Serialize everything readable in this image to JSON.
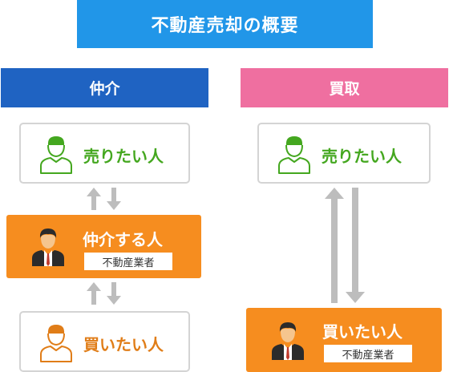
{
  "title": "不動産売却の概要",
  "columns": {
    "left": {
      "header": "仲介"
    },
    "right": {
      "header": "買取"
    }
  },
  "left": {
    "seller": {
      "label": "売りたい人"
    },
    "broker": {
      "label": "仲介する人",
      "badge": "不動産業者"
    },
    "buyer": {
      "label": "買いたい人"
    }
  },
  "right": {
    "seller": {
      "label": "売りたい人"
    },
    "buyer": {
      "label": "買いたい人",
      "badge": "不動産業者"
    }
  },
  "colors": {
    "title_bg": "#2196e8",
    "broker_header": "#1f63c2",
    "buyback_header": "#ef6fa0",
    "business_card": "#f68d1f",
    "seller": "#44a71f",
    "buyer": "#e07d18",
    "arrow": "#bdbdbd"
  },
  "icons": {
    "seller": "person-outline-icon",
    "buyer": "person-outline-icon",
    "business": "businessman-icon",
    "exchange": "up-down-arrows-icon"
  }
}
